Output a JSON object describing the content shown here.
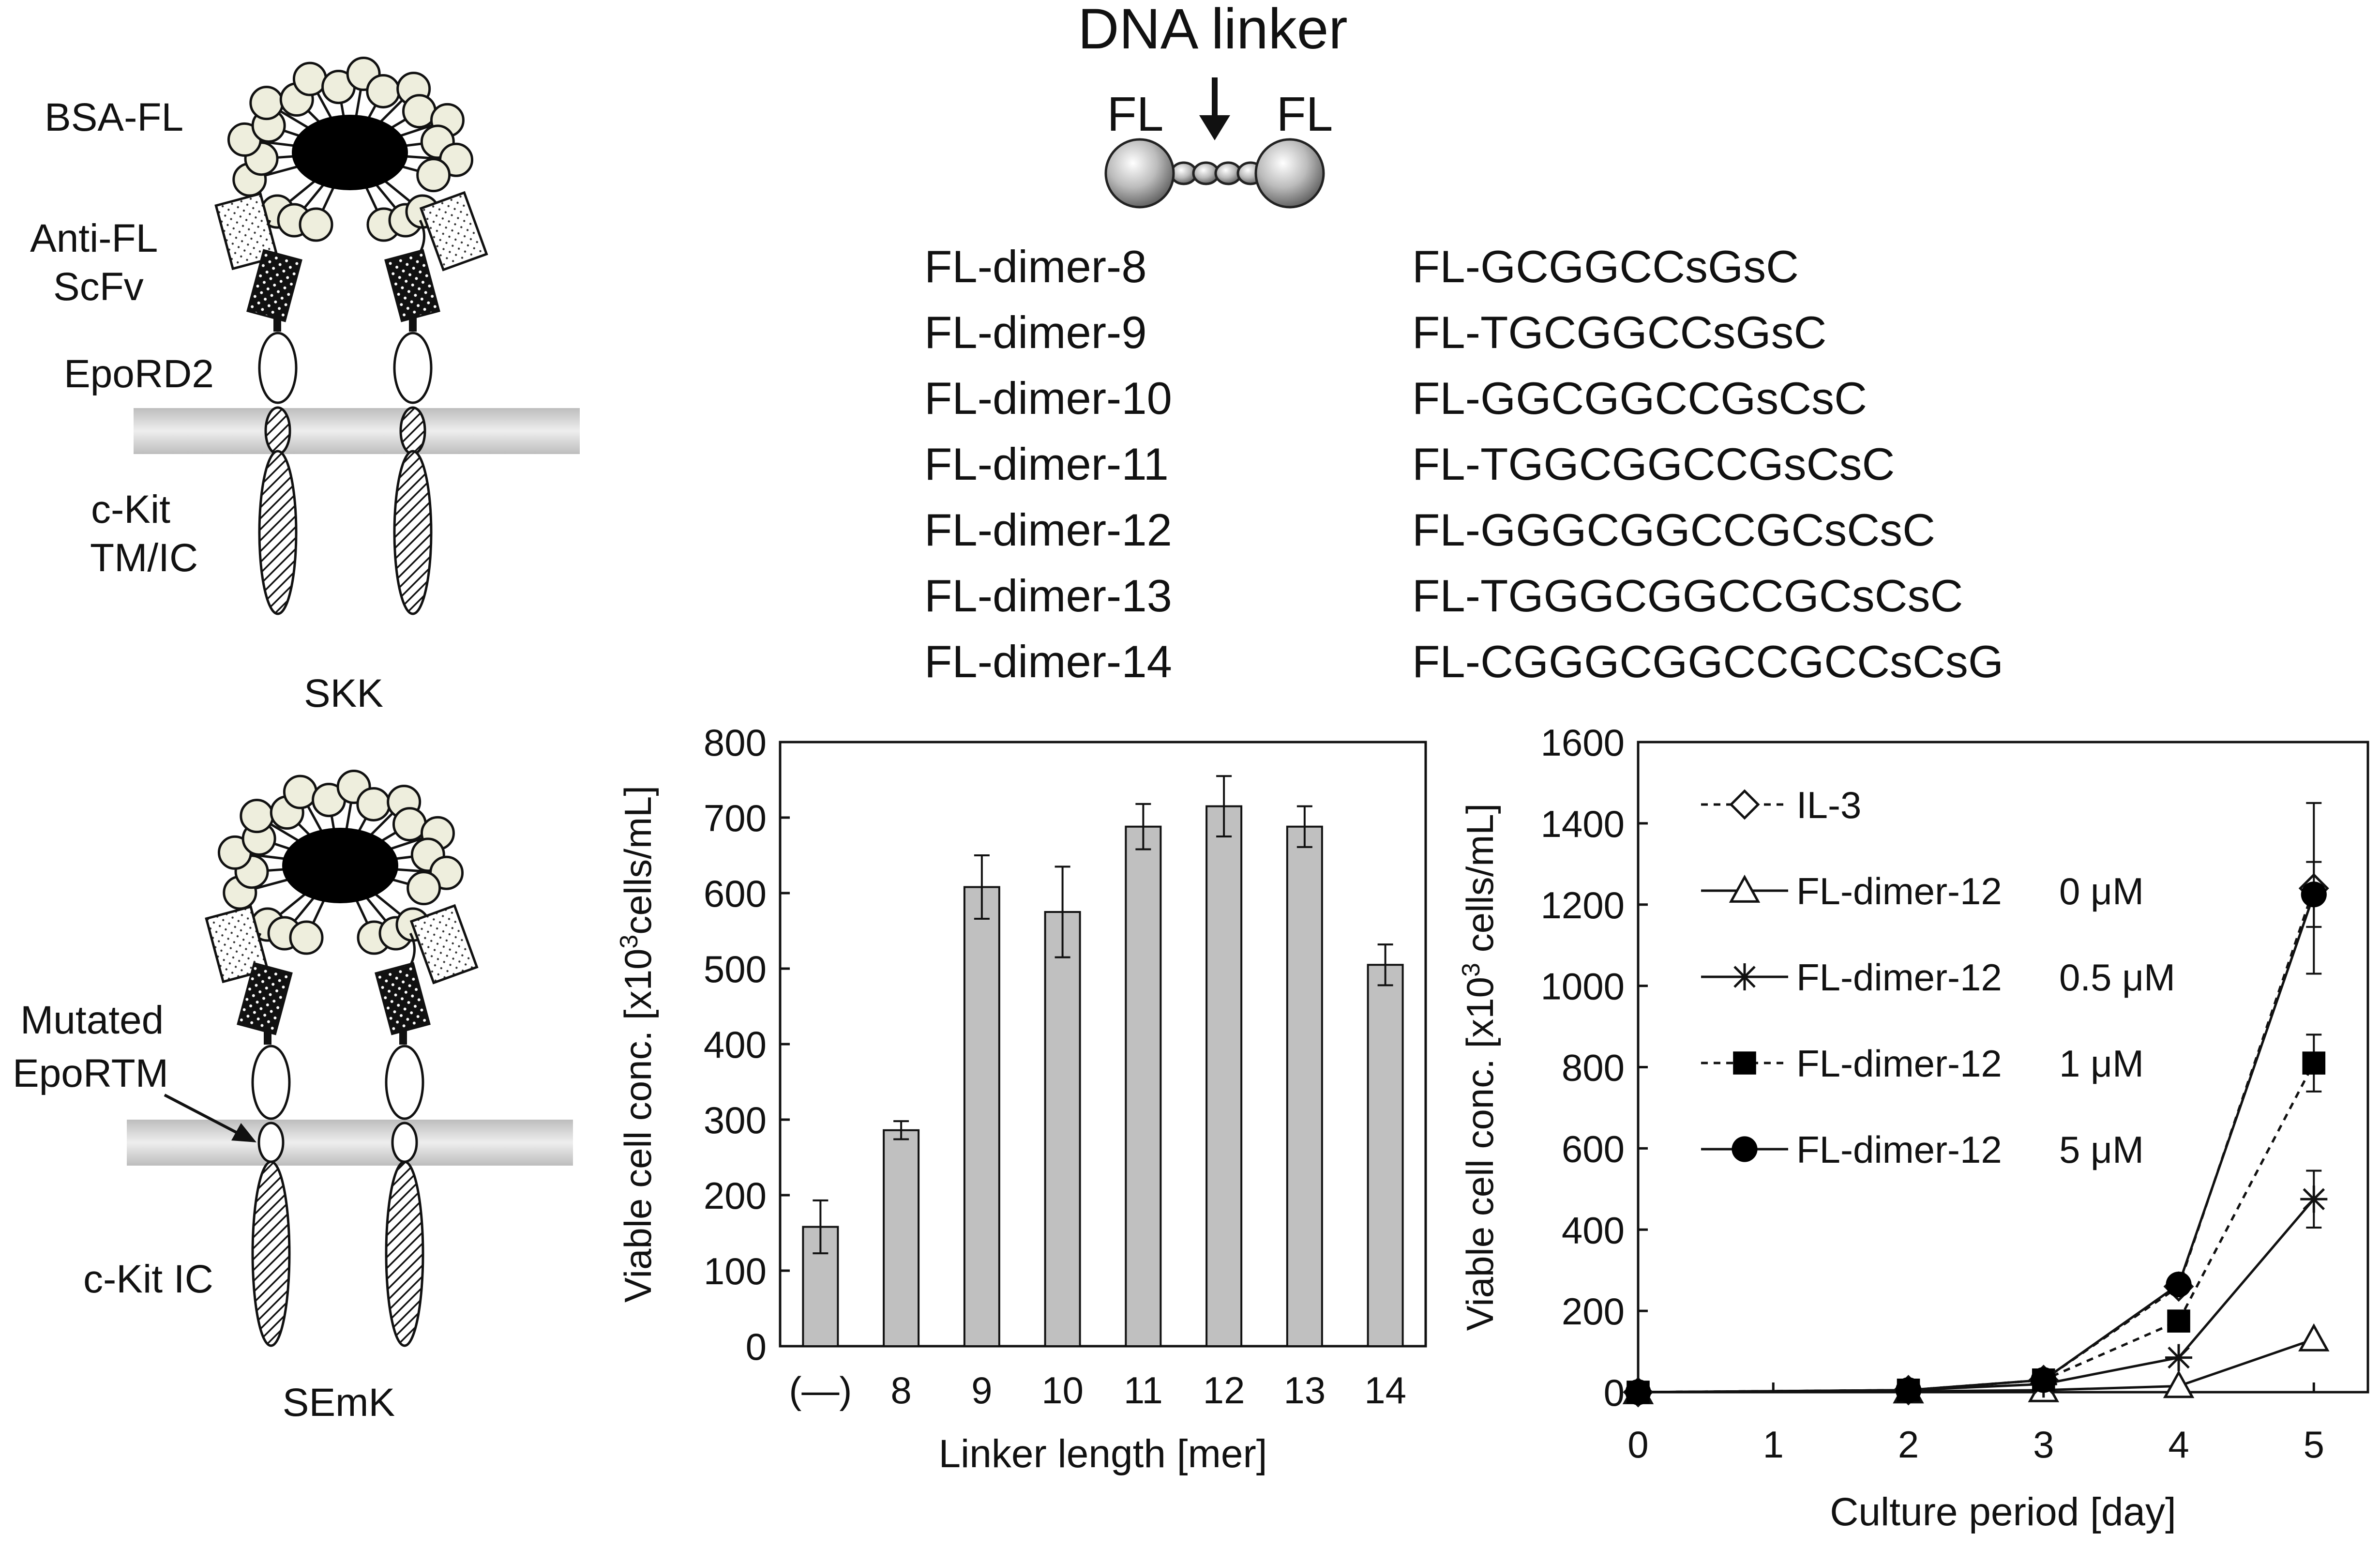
{
  "receptors": {
    "skk": {
      "name": "SKK",
      "labels": {
        "bsa": "BSA-FL",
        "scfv_1": "Anti-FL",
        "scfv_2": "ScFv",
        "eporD2": "EpoRD2",
        "ckit_1": "c-Kit",
        "ckit_2": "TM/IC"
      }
    },
    "semk": {
      "name": "SEmK",
      "labels": {
        "mutated_1": "Mutated",
        "mutated_2": "EpoRTM",
        "ckit": "c-Kit IC"
      }
    }
  },
  "linker": {
    "title": "DNA linker",
    "fl_left": "FL",
    "fl_right": "FL",
    "sequences": [
      {
        "name": "FL-dimer-8",
        "seq": "FL-GCGGCCsGsC"
      },
      {
        "name": "FL-dimer-9",
        "seq": "FL-TGCGGCCsGsC"
      },
      {
        "name": "FL-dimer-10",
        "seq": "FL-GGCGGCCGsCsC"
      },
      {
        "name": "FL-dimer-11",
        "seq": "FL-TGGCGGCCGsCsC"
      },
      {
        "name": "FL-dimer-12",
        "seq": "FL-GGGCGGCCGCsCsC"
      },
      {
        "name": "FL-dimer-13",
        "seq": "FL-TGGGCGGCCGCsCsC"
      },
      {
        "name": "FL-dimer-14",
        "seq": "FL-CGGGCGGCCGCCsCsG"
      }
    ]
  },
  "chart_data": [
    {
      "type": "bar",
      "categories": [
        "(—)",
        "8",
        "9",
        "10",
        "11",
        "12",
        "13",
        "14"
      ],
      "values": [
        158,
        286,
        608,
        575,
        688,
        715,
        688,
        505
      ],
      "errors": [
        35,
        12,
        42,
        60,
        30,
        40,
        27,
        27
      ],
      "xlabel": "Linker length [mer]",
      "ylabel_pre": "Viable cell conc. [x10",
      "ylabel_sup": "3",
      "ylabel_post": "cells/mL]",
      "ylim": [
        0,
        800
      ],
      "yticks": [
        0,
        100,
        200,
        300,
        400,
        500,
        600,
        700,
        800
      ],
      "bar_color": "#c0c0c0"
    },
    {
      "type": "line",
      "x": [
        0,
        2,
        3,
        4,
        5
      ],
      "xticks": [
        0,
        1,
        2,
        3,
        4,
        5
      ],
      "xlabel": "Culture period [day]",
      "ylabel_pre": "Viable cell conc. [x10",
      "ylabel_sup": "3",
      "ylabel_post": " cells/mL]",
      "ylim": [
        0,
        1600
      ],
      "yticks": [
        0,
        200,
        400,
        600,
        800,
        1000,
        1200,
        1400,
        1600
      ],
      "series": [
        {
          "name": "IL-3",
          "conc": "",
          "values": [
            0,
            5,
            30,
            260,
            1240
          ],
          "errors": [
            0,
            0,
            0,
            0,
            210
          ],
          "marker": "diamond-open",
          "dashed": true
        },
        {
          "name": "FL-dimer-12",
          "conc": "0 μM",
          "values": [
            0,
            2,
            5,
            15,
            130
          ],
          "errors": [
            0,
            0,
            0,
            0,
            0
          ],
          "marker": "triangle-open",
          "dashed": false
        },
        {
          "name": "FL-dimer-12",
          "conc": "0.5 μM",
          "values": [
            0,
            5,
            20,
            85,
            475
          ],
          "errors": [
            0,
            0,
            0,
            0,
            70
          ],
          "marker": "star",
          "dashed": false
        },
        {
          "name": "FL-dimer-12",
          "conc": "1 μM",
          "values": [
            0,
            5,
            30,
            175,
            810
          ],
          "errors": [
            0,
            0,
            0,
            0,
            70
          ],
          "marker": "square-filled",
          "dashed": true
        },
        {
          "name": "FL-dimer-12",
          "conc": "5 μM",
          "values": [
            0,
            5,
            30,
            265,
            1225
          ],
          "errors": [
            0,
            0,
            0,
            0,
            80
          ],
          "marker": "circle-filled",
          "dashed": false
        }
      ]
    }
  ]
}
